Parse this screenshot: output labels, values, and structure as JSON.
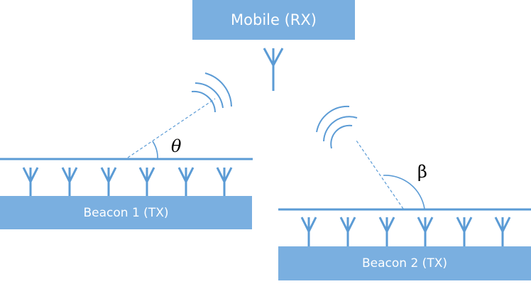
{
  "mobile": {
    "label": "Mobile (RX)"
  },
  "beacon1": {
    "label": "Beacon 1 (TX)",
    "angle_symbol": "θ"
  },
  "beacon2": {
    "label": "Beacon 2 (TX)",
    "angle_symbol": "β"
  },
  "colors": {
    "block_fill": "#7aafe0",
    "line": "#5b9bd5",
    "text": "#ffffff"
  }
}
